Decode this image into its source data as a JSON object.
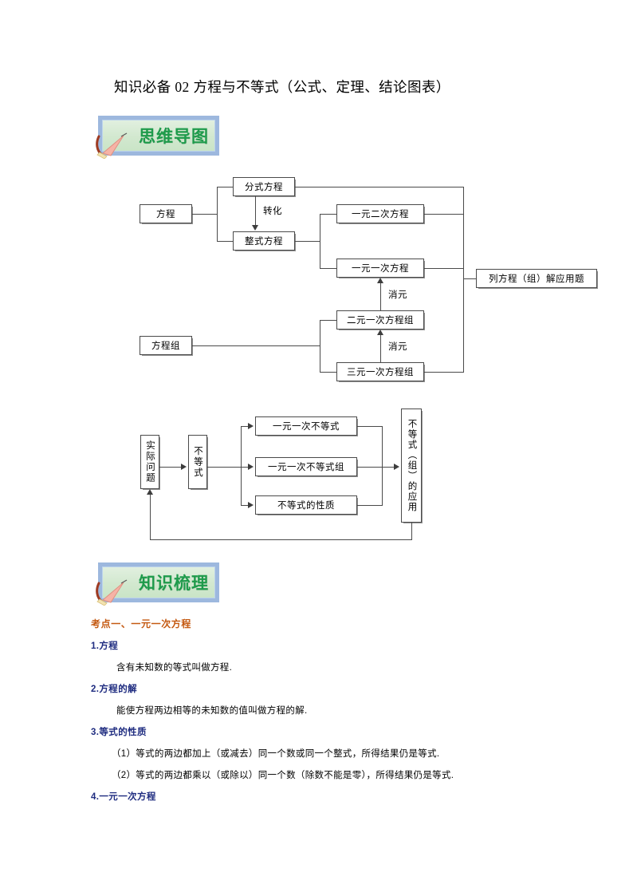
{
  "document": {
    "title": "知识必备 02 方程与不等式（公式、定理、结论图表）"
  },
  "sections": [
    {
      "badge_label": "思维导图",
      "icon": "pencil-flag-icon"
    },
    {
      "badge_label": "知识梳理",
      "icon": "pencil-flag-icon"
    }
  ],
  "colors": {
    "badge_border": "#9DB8DE",
    "badge_fill": "#D2E8CF",
    "badge_text": "#1E9B4B",
    "keypoint_heading": "#C45911",
    "numbered_heading": "#1F2C80",
    "node_border": "#4A4A4A"
  },
  "diagram_equations": {
    "nodes": {
      "equation": "方程",
      "fractional_equation": "分式方程",
      "integral_equation": "整式方程",
      "quadratic_one_unknown": "一元二次方程",
      "linear_one_unknown": "一元一次方程",
      "linear_two_unknown_system": "二元一次方程组",
      "linear_three_unknown_system": "三元一次方程组",
      "equation_system": "方程组",
      "word_problems": "列方程（组）解应用题"
    },
    "edge_labels": {
      "transform": "转化",
      "eliminate_1": "消元",
      "eliminate_2": "消元"
    }
  },
  "diagram_inequalities": {
    "nodes": {
      "real_problem": "实际问题",
      "inequality": "不等式",
      "linear_inequality": "一元一次不等式",
      "linear_inequality_system": "一元一次不等式组",
      "inequality_properties": "不等式的性质",
      "application": "不等式（组）的应用"
    }
  },
  "knowledge": {
    "keypoint_1": "考点一、一元一次方程",
    "items": [
      {
        "head": "1.方程",
        "body": [
          "含有未知数的等式叫做方程."
        ]
      },
      {
        "head": "2.方程的解",
        "body": [
          "能使方程两边相等的未知数的值叫做方程的解."
        ]
      },
      {
        "head": "3.等式的性质",
        "body": [
          "（1）等式的两边都加上（或减去）同一个数或同一个整式，所得结果仍是等式.",
          "（2）等式的两边都乘以（或除以）同一个数（除数不能是零），所得结果仍是等式."
        ]
      },
      {
        "head": "4.一元一次方程",
        "body": []
      }
    ]
  }
}
